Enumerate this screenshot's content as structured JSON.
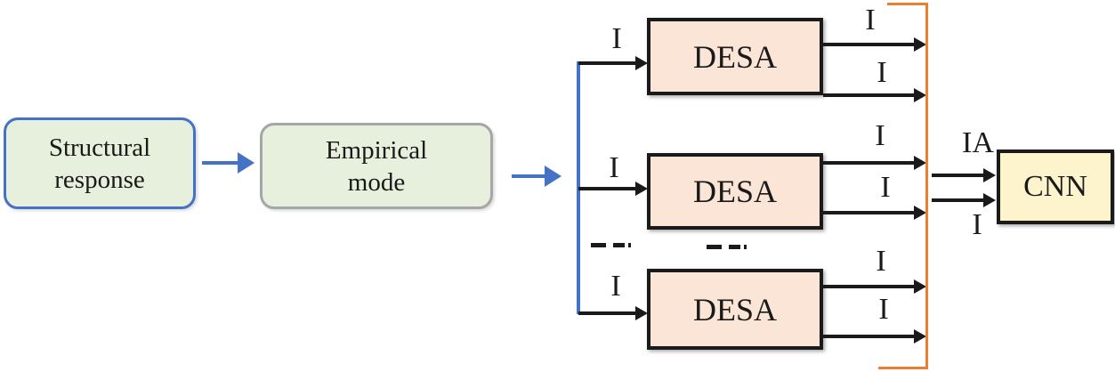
{
  "nodes": {
    "structural": {
      "line1": "Structural",
      "line2": "response"
    },
    "empirical": {
      "line1": "Empirical",
      "line2": "mode"
    },
    "desa": {
      "label": "DESA"
    },
    "cnn": {
      "label": "CNN"
    }
  },
  "edge_labels": {
    "i": "I",
    "ia": "IA"
  },
  "colors": {
    "node_green_fill": "#e6f0dc",
    "blue_accent": "#4472c4",
    "gray_border": "#a6a6a6",
    "desa_fill": "#fbe5d6",
    "cnn_fill": "#fdf3cc",
    "orange_bracket": "#ed7d31",
    "ink": "#1a1a1a"
  }
}
